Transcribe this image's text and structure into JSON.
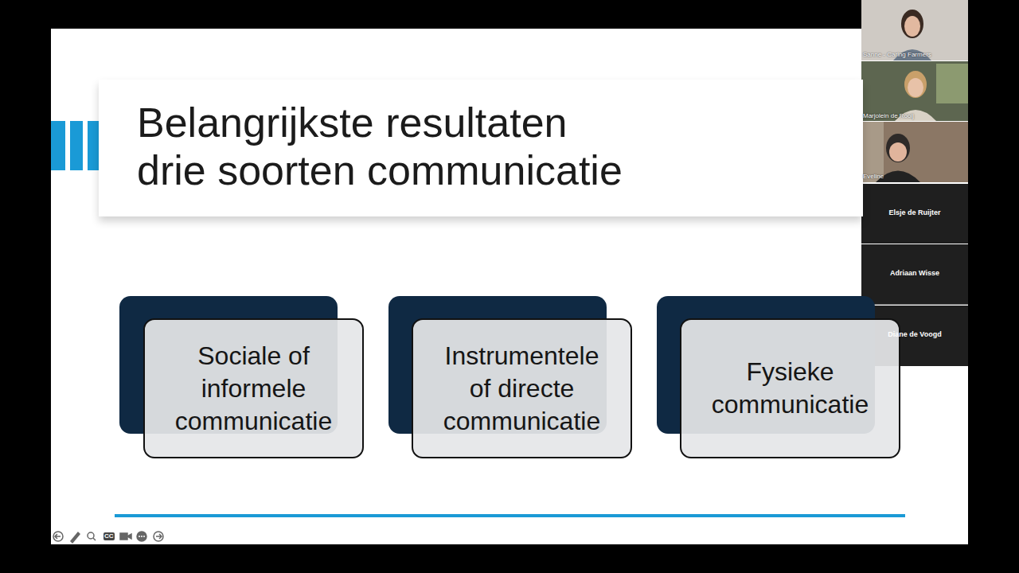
{
  "diagram": {
    "title": "Belangrijkste resultaten drie soorten communicatie",
    "nodes": [
      {
        "text": [
          "Sociale of informele communicatie"
        ]
      },
      {
        "text": [
          "Instrumentele of directe communicatie"
        ]
      },
      {
        "text": [
          "Fysieke communicatie"
        ]
      }
    ],
    "labels": [
      "Sanne - Caring Farmers",
      "Marjolein de Rooij",
      "Eveline",
      "Elsje de Ruijter",
      "Adriaan Wisse",
      "Diane de Voogd",
      "CC"
    ]
  }
}
